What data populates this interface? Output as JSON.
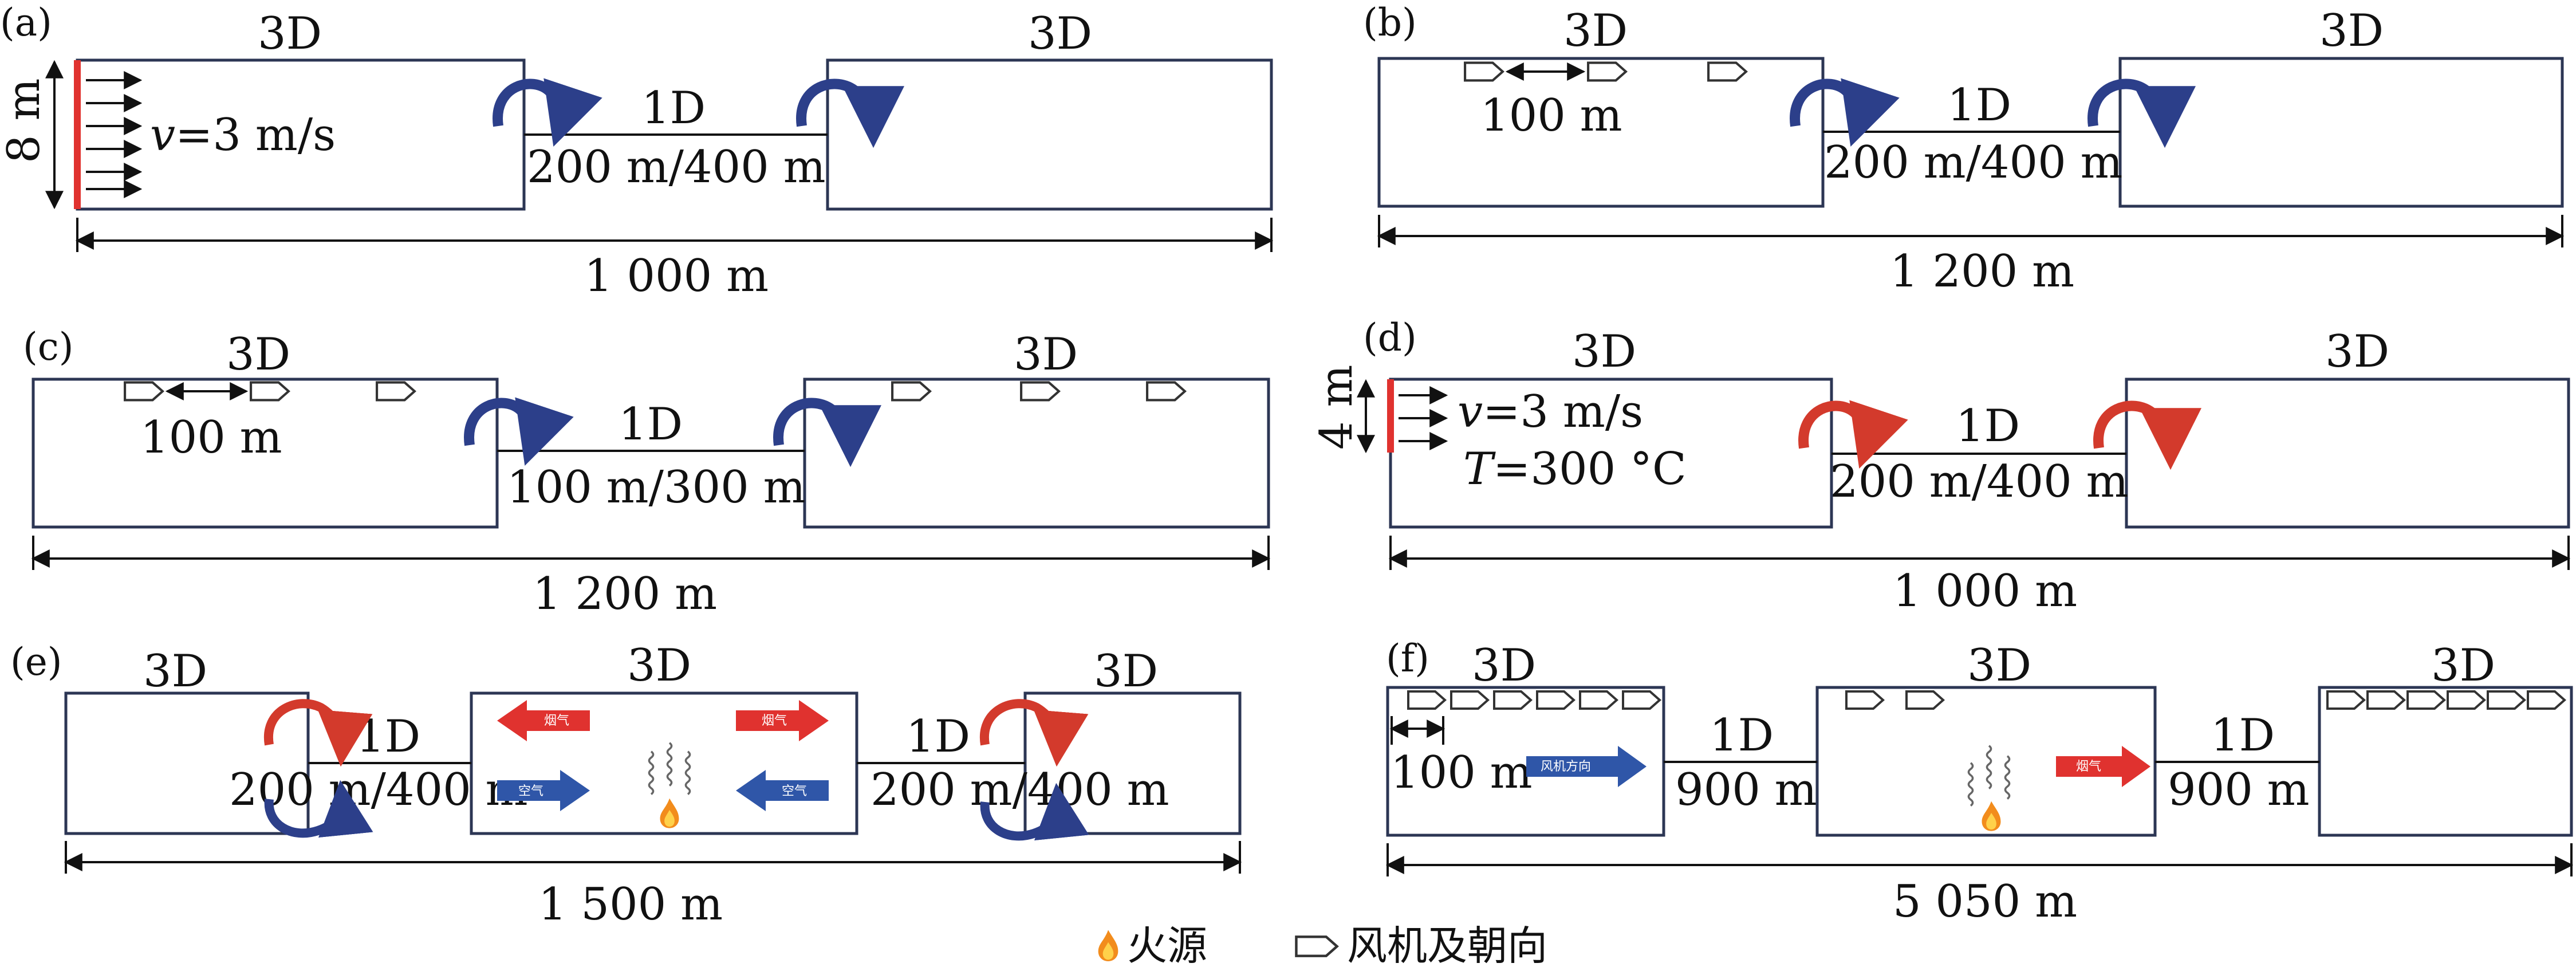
{
  "panels": {
    "a": {
      "tag": "(a)",
      "left_3d": "3D",
      "right_3d": "3D",
      "tunnel": "1D",
      "tunnel_len": "200 m/400 m",
      "height": "8 m",
      "velocity_var": "v",
      "velocity_val": "=3 m/s",
      "total": "1 000 m"
    },
    "b": {
      "tag": "(b)",
      "left_3d": "3D",
      "right_3d": "3D",
      "tunnel": "1D",
      "tunnel_len": "200 m/400 m",
      "spacing": "100 m",
      "total": "1 200 m"
    },
    "c": {
      "tag": "(c)",
      "left_3d": "3D",
      "right_3d": "3D",
      "tunnel": "1D",
      "tunnel_len": "100 m/300 m",
      "spacing": "100 m",
      "total": "1 200 m"
    },
    "d": {
      "tag": "(d)",
      "left_3d": "3D",
      "right_3d": "3D",
      "tunnel": "1D",
      "tunnel_len": "200 m/400 m",
      "height": "4 m",
      "velocity_var": "v",
      "velocity_val": "=3 m/s",
      "temp_var": "T",
      "temp_val": "=300 °C",
      "total": "1 000 m"
    },
    "e": {
      "tag": "(e)",
      "left_3d": "3D",
      "mid_3d": "3D",
      "right_3d": "3D",
      "tunnel_left": "1D",
      "tunnel_left_len": "200 m/400 m",
      "tunnel_right": "1D",
      "tunnel_right_len": "200 m/400 m",
      "arrow_smoke": "烟气",
      "arrow_air": "空气",
      "total": "1 500 m"
    },
    "f": {
      "tag": "(f)",
      "left_3d": "3D",
      "mid_3d": "3D",
      "right_3d": "3D",
      "tunnel_left": "1D",
      "tunnel_left_len": "900 m",
      "tunnel_right": "1D",
      "tunnel_right_len": "900 m",
      "spacing": "100 m",
      "arrow_fan_dir": "风机方向",
      "arrow_smoke": "烟气",
      "total": "5 050 m"
    }
  },
  "legend": {
    "fire": "火源",
    "fan": "风机及朝向"
  },
  "colors": {
    "box_stroke": "#2c3654",
    "red": "#e0322f",
    "blue": "#2f56a8",
    "navy_curve": "#2c3f8a",
    "fire": "#f28c1c"
  }
}
